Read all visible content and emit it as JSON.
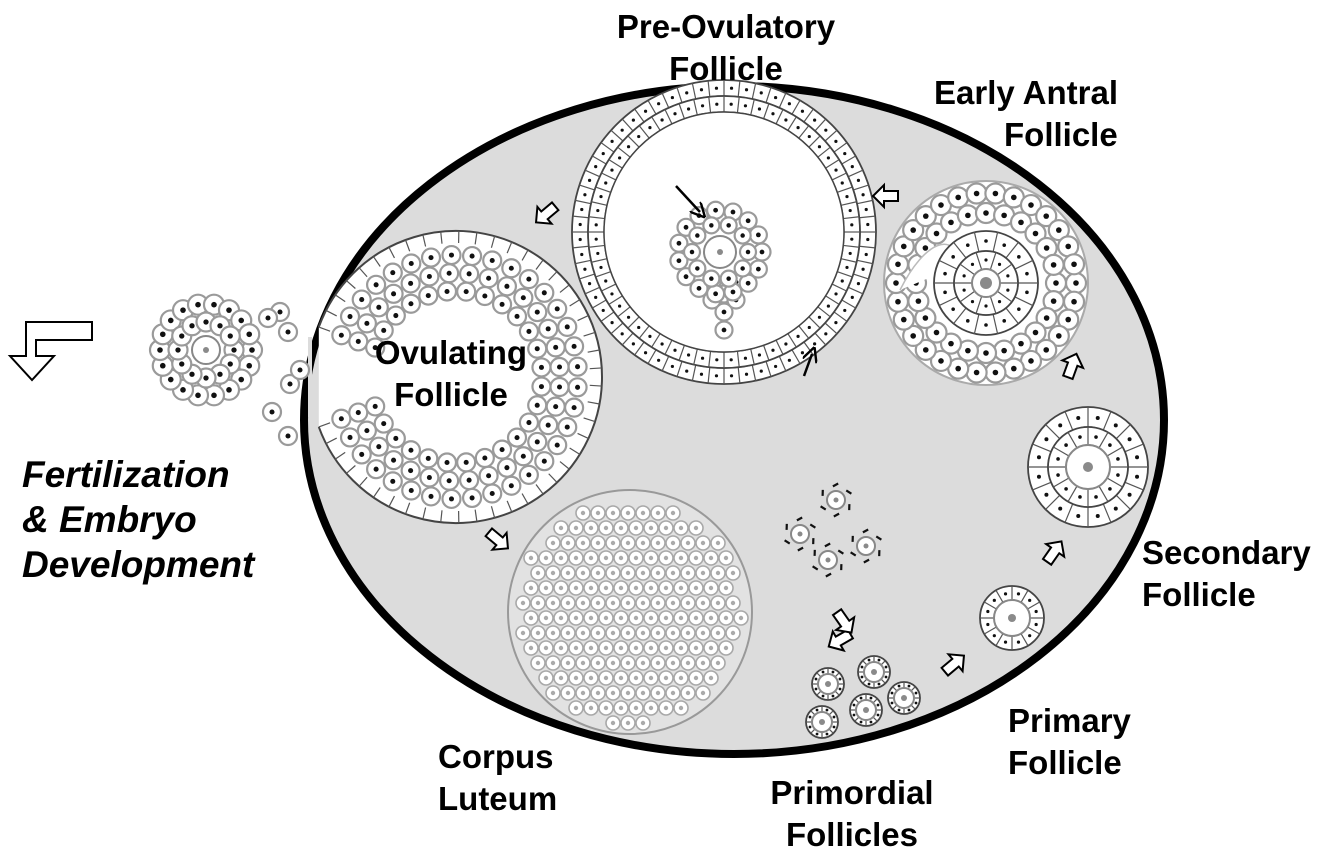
{
  "labels": {
    "pre_ovulatory": [
      "Pre-Ovulatory",
      "Follicle"
    ],
    "early_antral": [
      "Early Antral",
      "Follicle"
    ],
    "ovulating": [
      "Ovulating",
      "Follicle"
    ],
    "secondary": [
      "Secondary",
      "Follicle"
    ],
    "primary": [
      "Primary",
      "Follicle"
    ],
    "primordial": [
      "Primordial",
      "Follicles"
    ],
    "corpus_luteum": [
      "Corpus",
      "Luteum"
    ],
    "fertilization": [
      "Fertilization",
      "& Embryo",
      "Development"
    ]
  },
  "colors": {
    "ovary_fill": "#dcdcdc",
    "outline": "#000000",
    "cell_ring": "#9a9a9a",
    "nucleus": "#111111",
    "oocyte_nucleus": "#8a8a8a"
  }
}
